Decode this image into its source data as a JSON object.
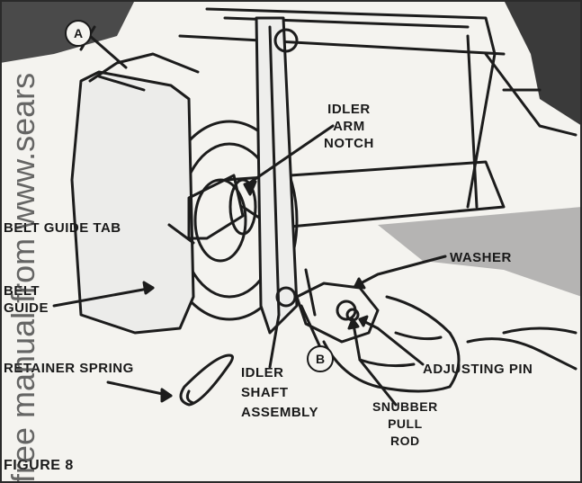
{
  "figure": {
    "caption": "FIGURE 8",
    "labels": {
      "idler_arm_notch": [
        "IDLER",
        "ARM",
        "NOTCH"
      ],
      "belt_guide_tab": "BELT GUIDE TAB",
      "washer": "WASHER",
      "belt_guide": [
        "BELT",
        "GUIDE"
      ],
      "retainer_spring": "RETAINER SPRING",
      "idler_shaft_assembly": [
        "IDLER",
        "SHAFT",
        "ASSEMBLY"
      ],
      "adjusting_pin": "ADJUSTING PIN",
      "snubber_pull_rod": [
        "SNUBBER",
        "PULL",
        "ROD"
      ]
    },
    "callouts": {
      "a": "A",
      "b": "B"
    },
    "watermark": "free manual from www.sears"
  }
}
